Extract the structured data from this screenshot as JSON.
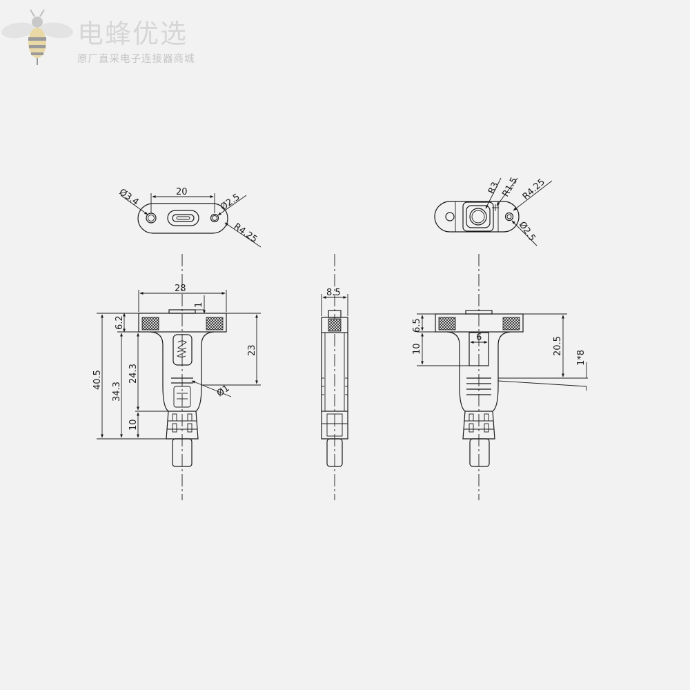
{
  "brand": {
    "title": "电蜂优选",
    "subtitle": "原厂直采电子连接器商城"
  },
  "dimensions": {
    "top_view": {
      "hole_pitch": "20",
      "hole_left_dia": "Ø3.4",
      "hole_right_dia": "Ø2.5",
      "end_radius": "R4.25"
    },
    "end_view": {
      "r_inner": "R3",
      "r_small": "R1.5",
      "r_outer": "R4.25",
      "hole_dia": "Ø2.5"
    },
    "front_view": {
      "width": "28",
      "flange_gap": "1",
      "flange_height": "6.2",
      "body_height": "23",
      "lower_height": "24.3",
      "mid_height": "34.3",
      "total_height": "40.5",
      "boot_height": "10",
      "pin_dia": "Ø1"
    },
    "side_view": {
      "thickness": "8.5"
    },
    "back_view": {
      "flange_height": "6.5",
      "window_height": "10",
      "window_width": "6",
      "body_height": "20.5",
      "cable": "1*8"
    }
  }
}
